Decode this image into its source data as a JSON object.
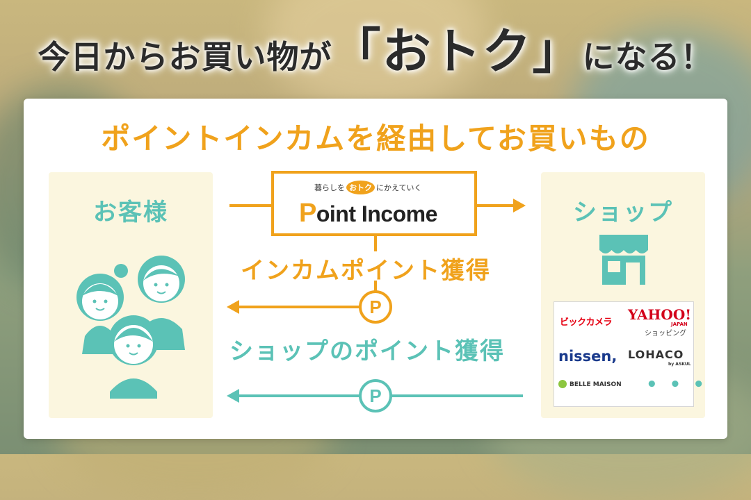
{
  "headline": {
    "part1": "今日からお買い物が",
    "emphasis": "「おトク」",
    "part2": "になる！"
  },
  "diagram": {
    "title": "ポイントインカムを経由してお買いもの",
    "customer_label": "お客様",
    "shop_label": "ショップ",
    "point_income": {
      "tagline_before": "暮らしを",
      "tagline_highlight": "おトク",
      "tagline_after": "にかえていく",
      "logo_p": "P",
      "logo_rest": "oint Income"
    },
    "income_points_label": "インカムポイント獲得",
    "shop_points_label": "ショップのポイント獲得",
    "point_badge": "P",
    "brands": {
      "bic": "ビックカメラ",
      "yahoo": "YAHOO!",
      "yahoo_japan": "JAPAN",
      "yahoo_sub": "ショッピング",
      "nissen": "nissen,",
      "lohaco": "LOHACO",
      "askul": "by ASKUL",
      "belle": "BELLE MAISON",
      "more": "• • •"
    }
  },
  "colors": {
    "orange": "#f0a21c",
    "teal": "#5bc2b6",
    "panel_bg": "#fbf6df"
  },
  "icons": [
    "people-icon",
    "shop-icon",
    "arrow-right-icon",
    "arrow-left-icon",
    "point-coin-icon"
  ]
}
